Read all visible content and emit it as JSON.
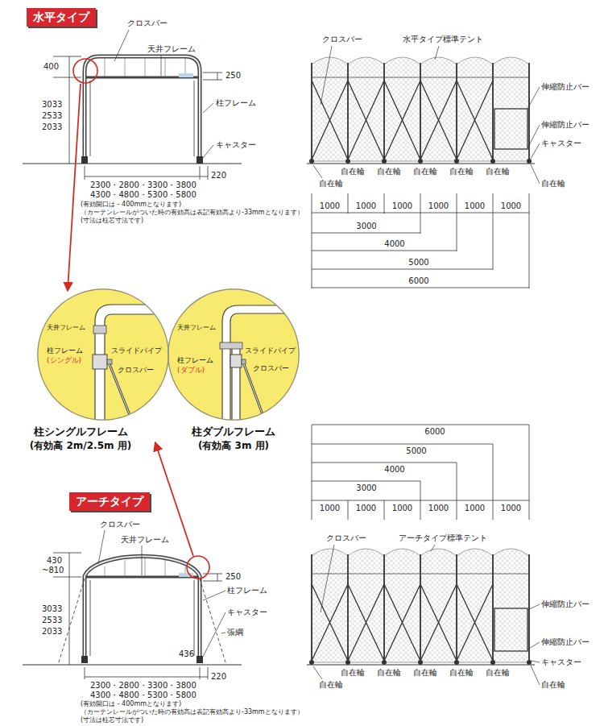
{
  "diagram": {
    "nodes": [
      {
        "text": [
          "水平タイプ"
        ]
      },
      {
        "text": [
          "天井フレーム",
          "柱フレーム",
          "(シングル)",
          "スライドパイプ",
          "クロスバー",
          "柱シングルフレーム",
          "(有効高 2m/2.5m 用)"
        ]
      },
      {
        "text": [
          "天井フレーム",
          "柱フレーム",
          "(ダブル)",
          "スライドパイプ",
          "クロスバー",
          "柱ダブルフレーム",
          "(有効高 3m 用)"
        ]
      },
      {
        "text": [
          "アーチタイプ"
        ]
      }
    ],
    "labels": [
      "クロスバー",
      "天井フレーム",
      "400",
      "250",
      "3033",
      "2533",
      "2033",
      "柱フレーム",
      "キャスター",
      "220",
      "2300・2800・3300・3800",
      "4300・4800・5300・5800",
      "(有効開口は－400mmとなります)",
      "（カーテンレールがついた時の有効高は表記有効高より-33mmとなります）",
      "(寸法は柱芯寸法です)",
      "クロスバー",
      "水平タイプ標準テント",
      "伸縮防止バー",
      "伸縮防止バー",
      "キャスター",
      "自在輪",
      "自在輪",
      "自在輪",
      "自在輪",
      "自在輪",
      "自在輪",
      "自在輪",
      "1000",
      "1000",
      "1000",
      "1000",
      "1000",
      "1000",
      "3000",
      "4000",
      "5000",
      "6000",
      "6000",
      "5000",
      "4000",
      "3000",
      "1000",
      "1000",
      "1000",
      "1000",
      "1000",
      "1000",
      "クロスバー",
      "アーチタイプ標準テント",
      "伸縮防止バー",
      "伸縮防止バー",
      "キャスター",
      "自在輪",
      "自在輪",
      "自在輪",
      "自在輪",
      "自在輪",
      "自在輪",
      "自在輪",
      "クロスバー",
      "天井フレーム",
      "430",
      "~810",
      "250",
      "3033",
      "2533",
      "2033",
      "柱フレーム",
      "キャスター",
      "張綱",
      "436",
      "220",
      "2300・2800・3300・3800",
      "4300・4800・5300・5800",
      "(有効開口は－400mmとなります)",
      "（カーテンレールがついた時の有効高は表記有効高より-33mmとなります）",
      "(寸法は柱芯寸法です)"
    ]
  }
}
